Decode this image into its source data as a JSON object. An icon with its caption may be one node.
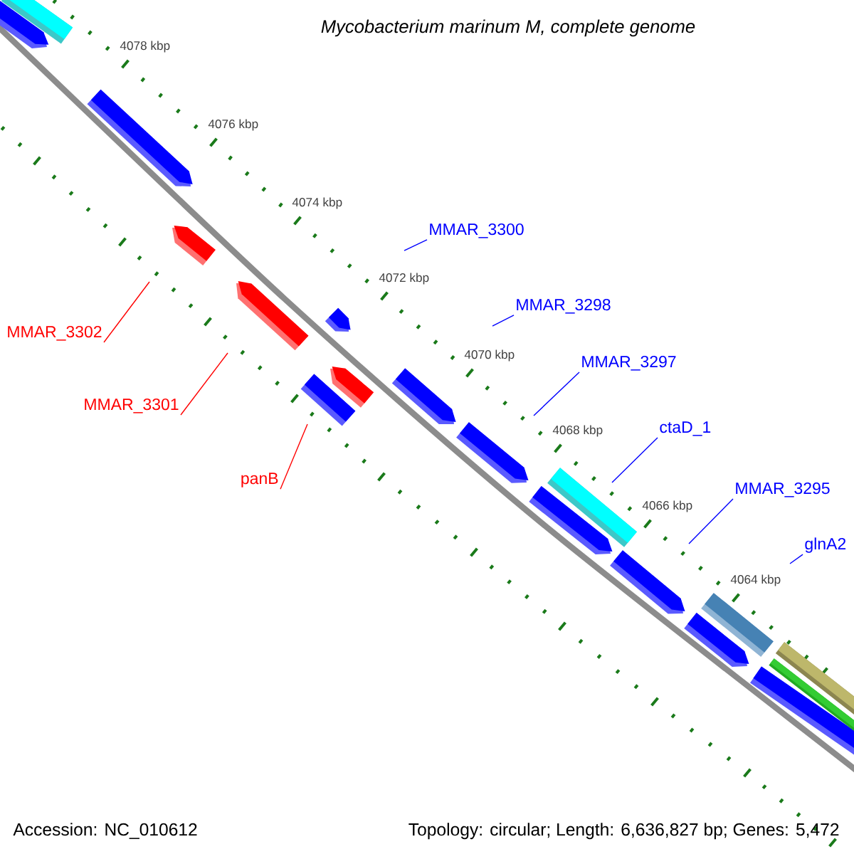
{
  "diagram": {
    "title": "Mycobacterium marinum M, complete genome",
    "nodes": [
      {
        "text": [
          "MMAR_3300"
        ]
      },
      {
        "text": [
          "MMAR_3298"
        ]
      },
      {
        "text": [
          "MMAR_3302"
        ]
      },
      {
        "text": [
          "MMAR_3297"
        ]
      },
      {
        "text": [
          "MMAR_3301"
        ]
      },
      {
        "text": [
          "ctaD_1"
        ]
      },
      {
        "text": [
          "panB"
        ]
      },
      {
        "text": [
          "MMAR_3295"
        ]
      },
      {
        "text": [
          "glnA2"
        ]
      }
    ],
    "edges": [
      {
        "from": 0,
        "to": null,
        "arrow": "none"
      },
      {
        "from": 1,
        "to": null,
        "arrow": "none"
      },
      {
        "from": 2,
        "to": null,
        "arrow": "none",
        "color": "#ff0000"
      },
      {
        "from": 3,
        "to": null,
        "arrow": "none"
      },
      {
        "from": 4,
        "to": null,
        "arrow": "none",
        "color": "#ff0000"
      },
      {
        "from": 5,
        "to": null,
        "arrow": "none"
      },
      {
        "from": 6,
        "to": null,
        "arrow": "none",
        "color": "#ff0000"
      },
      {
        "from": 7,
        "to": null,
        "arrow": "none"
      },
      {
        "from": 8,
        "to": null,
        "arrow": "none"
      }
    ],
    "labels": [
      "4078 kbp",
      "4076 kbp",
      "4074 kbp",
      "4072 kbp",
      "4070 kbp",
      "4068 kbp",
      "4066 kbp",
      "4064 kbp",
      "Accession: NC_010612",
      "Topology: circular; Length: 6,636,827 bp; Genes: 5,472"
    ]
  }
}
